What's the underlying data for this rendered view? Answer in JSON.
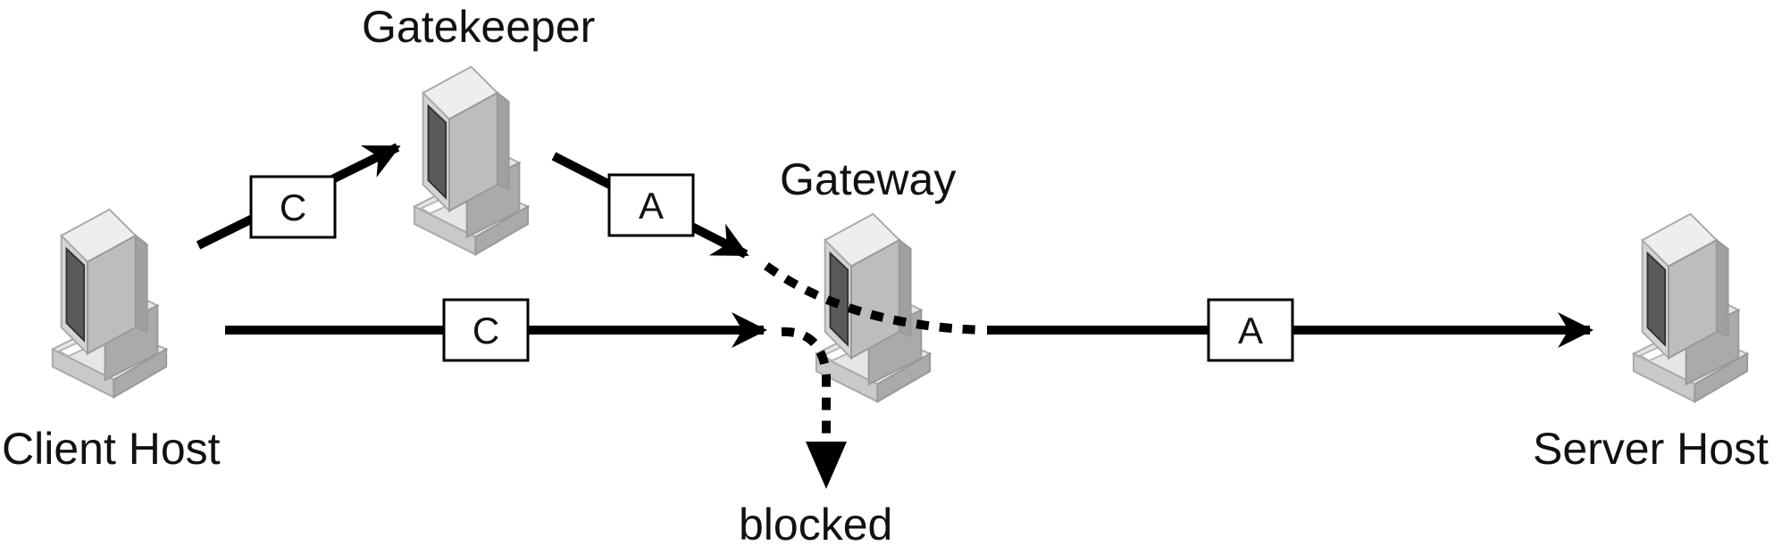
{
  "nodes": {
    "client": {
      "label": "Client Host"
    },
    "gatekeeper": {
      "label": "Gatekeeper"
    },
    "gateway": {
      "label": "Gateway"
    },
    "server": {
      "label": "Server Host"
    }
  },
  "messages": {
    "client_to_gatekeeper": "C",
    "gatekeeper_to_gateway": "A",
    "client_to_gateway": "C",
    "gateway_to_server": "A"
  },
  "status": {
    "blocked": "blocked"
  },
  "colors": {
    "line": "#000000",
    "monitor_light": "#e6e6e6",
    "monitor_mid": "#c9c9c9",
    "monitor_dark": "#aaaaaa",
    "screen": "#5a5a5a"
  }
}
